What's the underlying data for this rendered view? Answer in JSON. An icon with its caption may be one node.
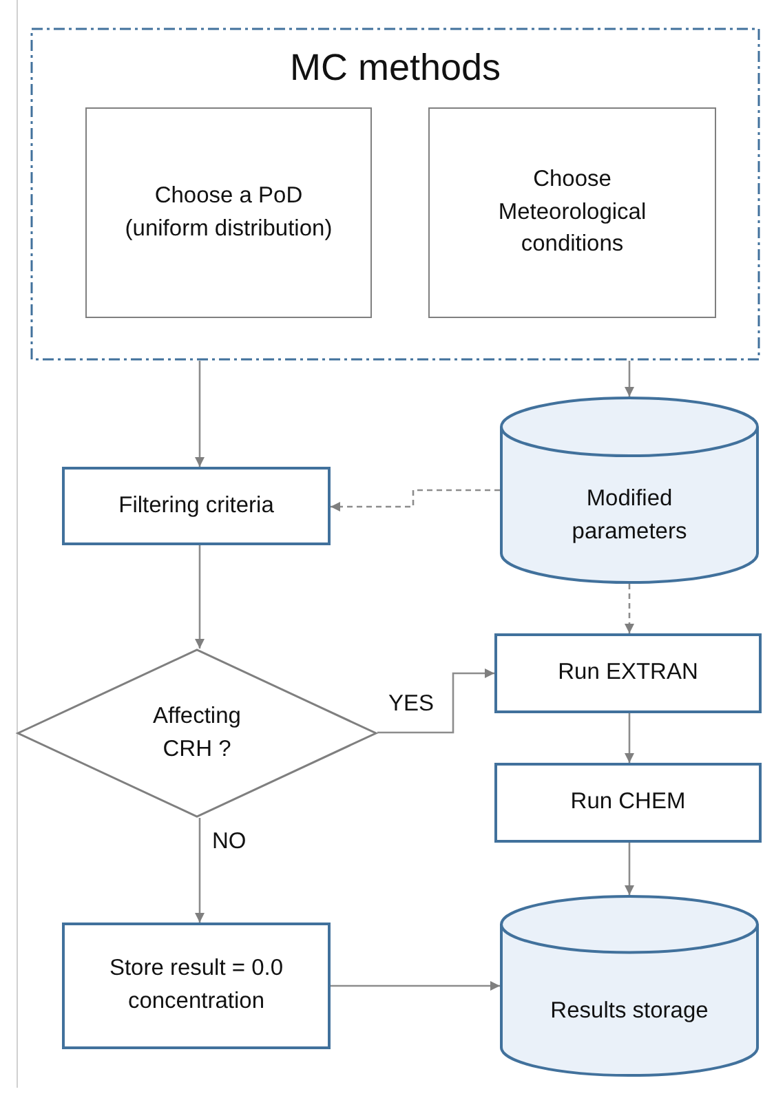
{
  "diagram": {
    "nodes": [
      {
        "text": [
          "MC methods"
        ]
      },
      {
        "text": [
          "Choose a PoD (uniform distribution)"
        ],
        "in": 0
      },
      {
        "text": [
          "Choose Meteorological conditions"
        ],
        "in": 0
      },
      {
        "text": [
          "Filtering criteria"
        ]
      },
      {
        "text": [
          "Modified parameters"
        ]
      },
      {
        "text": [
          "Run EXTRAN"
        ]
      },
      {
        "text": [
          "Affecting CRH ?"
        ]
      },
      {
        "text": [
          "Run CHEM"
        ]
      },
      {
        "text": [
          "Store result = 0.0 concentration"
        ]
      },
      {
        "text": [
          "Results storage"
        ]
      }
    ],
    "edges": [
      {
        "from": 0,
        "to": 3,
        "arrow": "to"
      },
      {
        "from": 0,
        "to": 4,
        "arrow": "to"
      },
      {
        "from": 4,
        "to": 3,
        "arrow": "to",
        "style": "dashed"
      },
      {
        "from": 4,
        "to": 5,
        "arrow": "to",
        "style": "dashed"
      },
      {
        "from": 3,
        "to": 6,
        "arrow": "to"
      },
      {
        "from": 6,
        "to": 5,
        "arrow": "to",
        "label": "YES"
      },
      {
        "from": 6,
        "to": 8,
        "arrow": "to",
        "label": "NO"
      },
      {
        "from": 5,
        "to": 7,
        "arrow": "to"
      },
      {
        "from": 7,
        "to": 9,
        "arrow": "to"
      },
      {
        "from": 8,
        "to": 9,
        "arrow": "to"
      }
    ]
  }
}
